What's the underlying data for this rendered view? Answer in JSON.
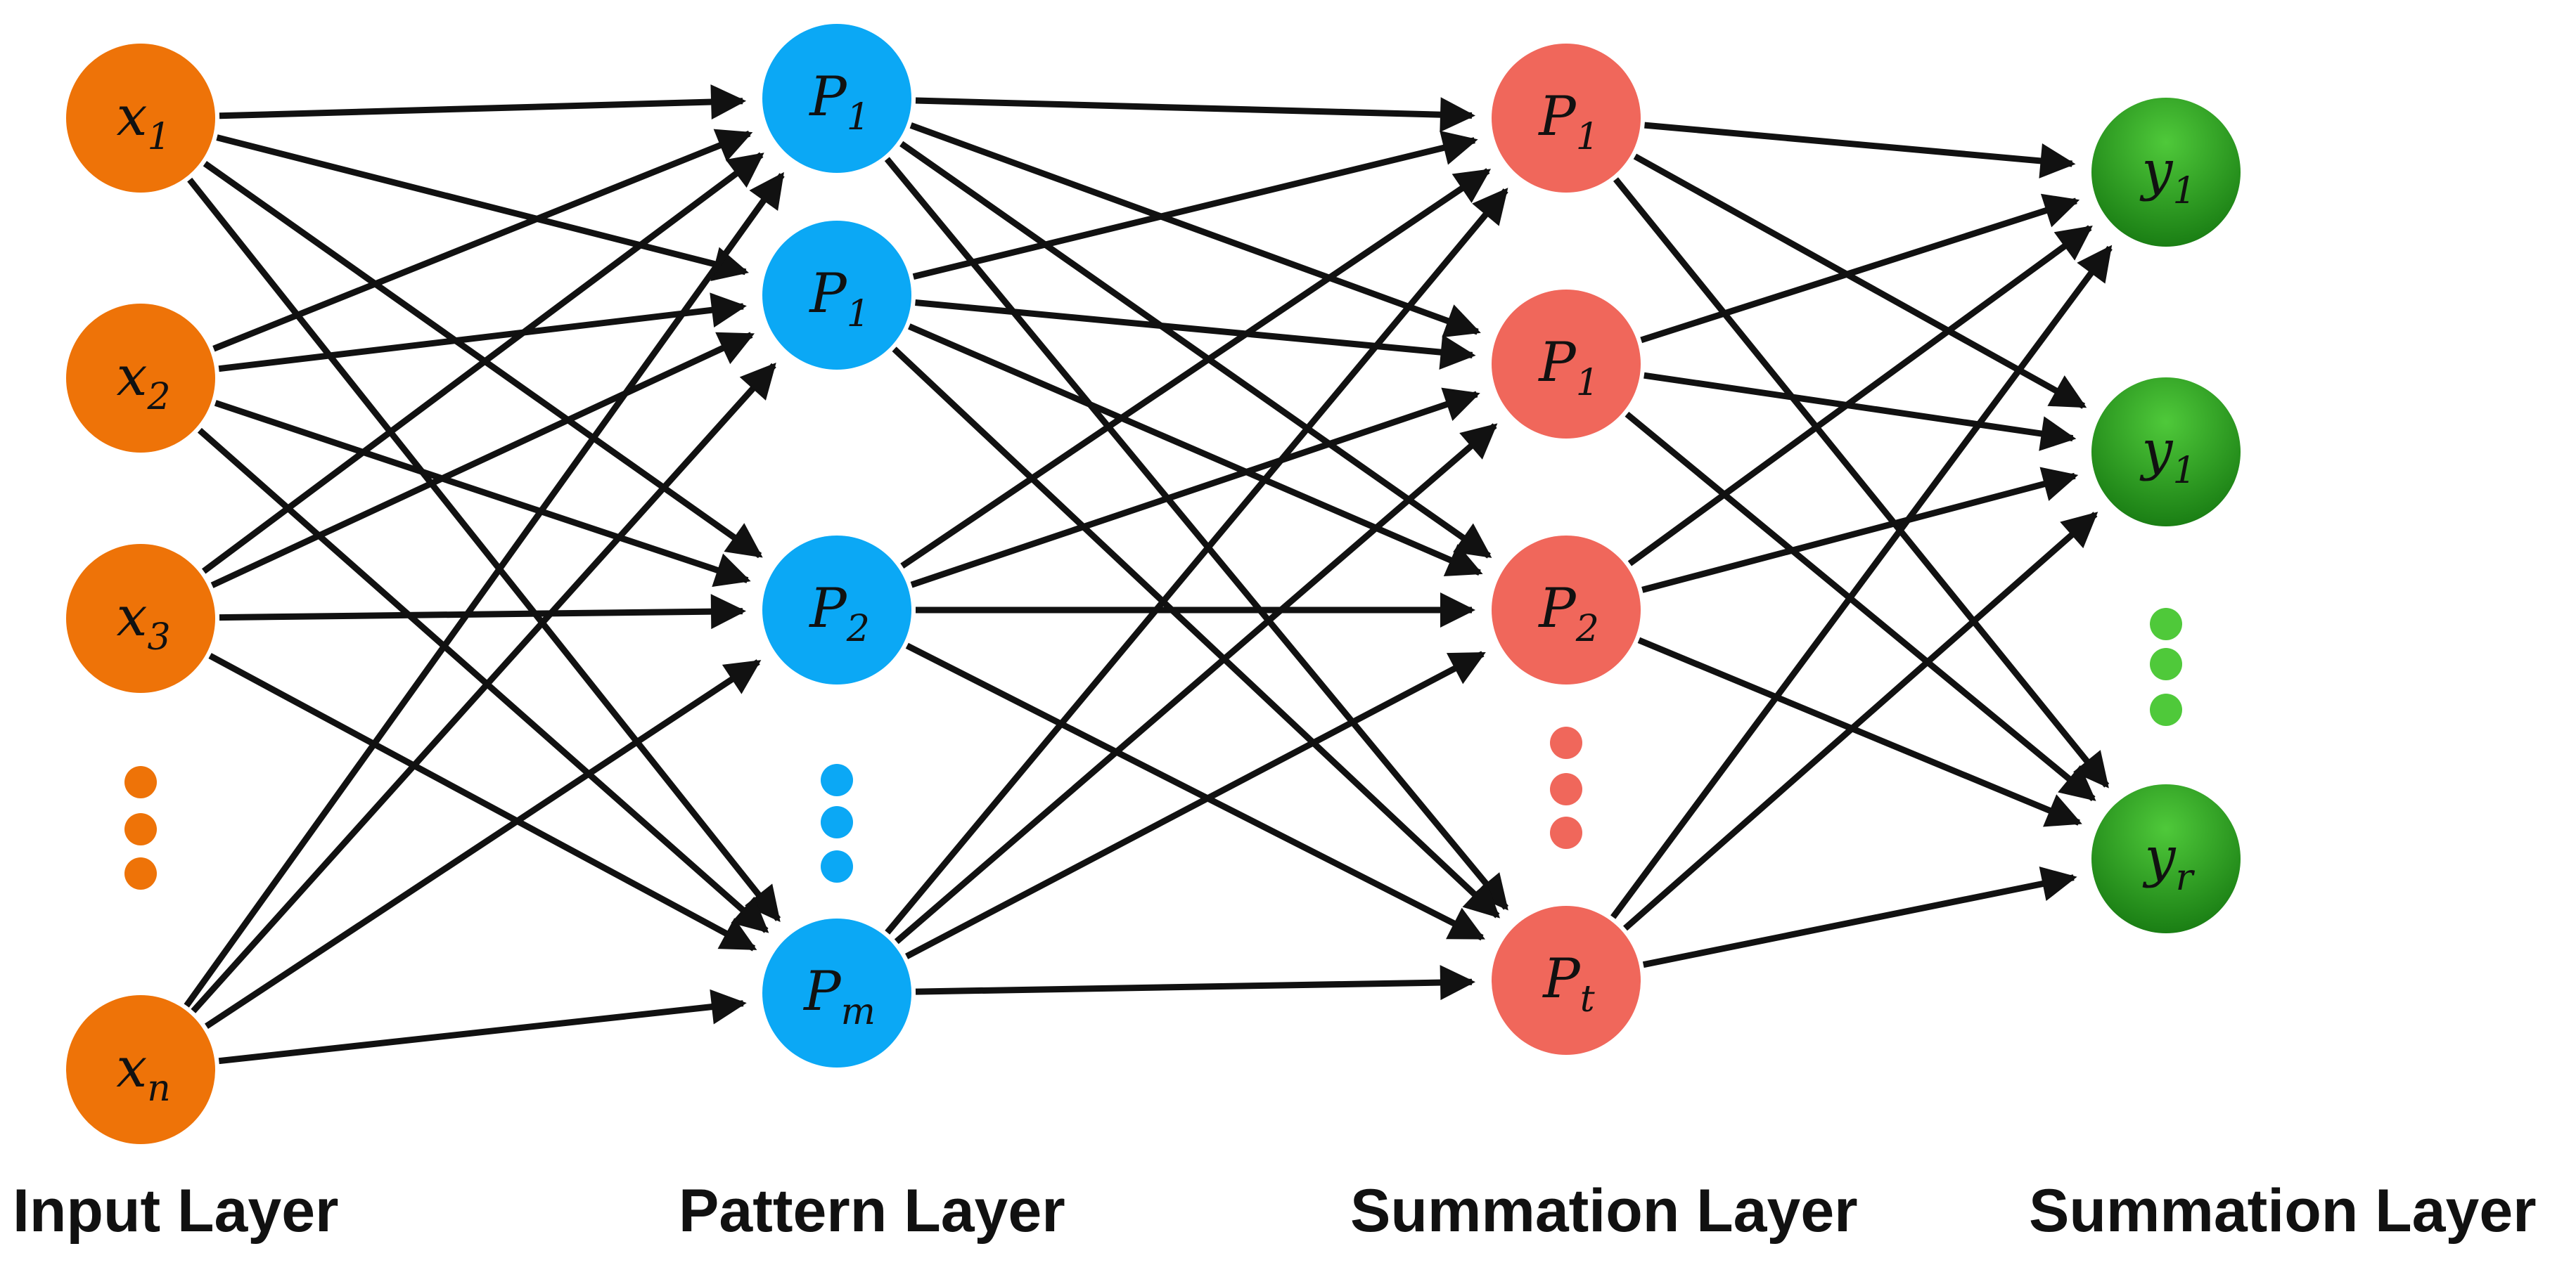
{
  "colors": {
    "input": "#EE7308",
    "pattern": "#0BA8F5",
    "summation": "#F0675B",
    "output_light": "#4FC93A",
    "output_dark": "#1A7E14",
    "edge": "#111111"
  },
  "layers": [
    {
      "label": "Input Layer",
      "color_key": "input",
      "nodes": [
        {
          "base": "x",
          "sub": "1"
        },
        {
          "base": "x",
          "sub": "2"
        },
        {
          "base": "x",
          "sub": "3"
        },
        {
          "ellipsis": true
        },
        {
          "base": "x",
          "sub": "n"
        }
      ]
    },
    {
      "label": "Pattern Layer",
      "color_key": "pattern",
      "nodes": [
        {
          "base": "P",
          "sub": "1"
        },
        {
          "base": "P",
          "sub": "1"
        },
        {
          "base": "P",
          "sub": "2"
        },
        {
          "ellipsis": true
        },
        {
          "base": "P",
          "sub": "m"
        }
      ]
    },
    {
      "label": "Summation Layer",
      "color_key": "summation",
      "nodes": [
        {
          "base": "P",
          "sub": "1"
        },
        {
          "base": "P",
          "sub": "1"
        },
        {
          "base": "P",
          "sub": "2"
        },
        {
          "ellipsis": true
        },
        {
          "base": "P",
          "sub": "t"
        }
      ]
    },
    {
      "label": "Summation Layer",
      "color_key": "output",
      "nodes": [
        {
          "base": "y",
          "sub": "1"
        },
        {
          "base": "y",
          "sub": "1"
        },
        {
          "ellipsis": true
        },
        {
          "base": "y",
          "sub": "r"
        }
      ]
    }
  ],
  "connectivity": "fully-connected between consecutive layers"
}
